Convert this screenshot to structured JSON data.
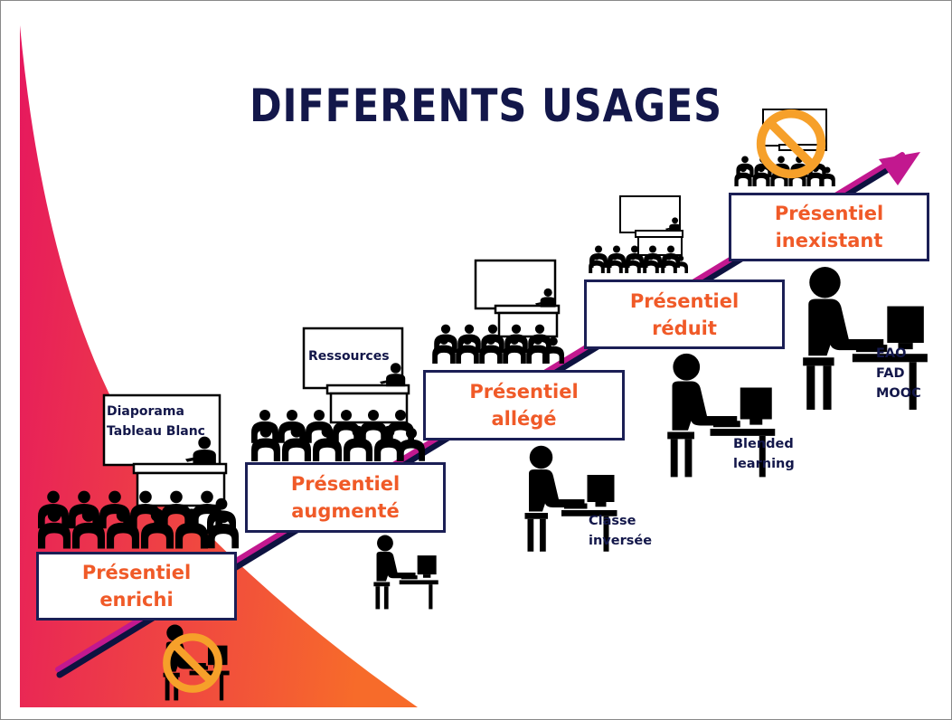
{
  "title": "DIFFERENTS USAGES",
  "stages": [
    {
      "label_line1": "Présentiel",
      "label_line2": "enrichi",
      "board_lines": [
        "Diaporama",
        "Tableau Blanc"
      ],
      "forbidden": "online-learner"
    },
    {
      "label_line1": "Présentiel",
      "label_line2": "augmenté",
      "board_lines": [
        "Ressources"
      ]
    },
    {
      "label_line1": "Présentiel",
      "label_line2": "allégé",
      "caption_lines": [
        "Classe",
        "inversée"
      ]
    },
    {
      "label_line1": "Présentiel",
      "label_line2": "réduit",
      "caption_lines": [
        "Blended",
        "learning"
      ]
    },
    {
      "label_line1": "Présentiel",
      "label_line2": "inexistant",
      "caption_lines": [
        "EAO",
        "FAD",
        "MOOC"
      ],
      "forbidden": "classroom"
    }
  ],
  "colors": {
    "title": "#13174a",
    "label": "#f05a28",
    "box_border": "#1b1f55",
    "arrow": "#c2188f",
    "prohibition": "#f6a02a",
    "gradient_left": "#e6185e",
    "gradient_right": "#f76b2a"
  },
  "icons": [
    "classroom-icon",
    "teacher-icon",
    "learner-at-computer-icon",
    "prohibition-icon",
    "arrow-icon"
  ]
}
